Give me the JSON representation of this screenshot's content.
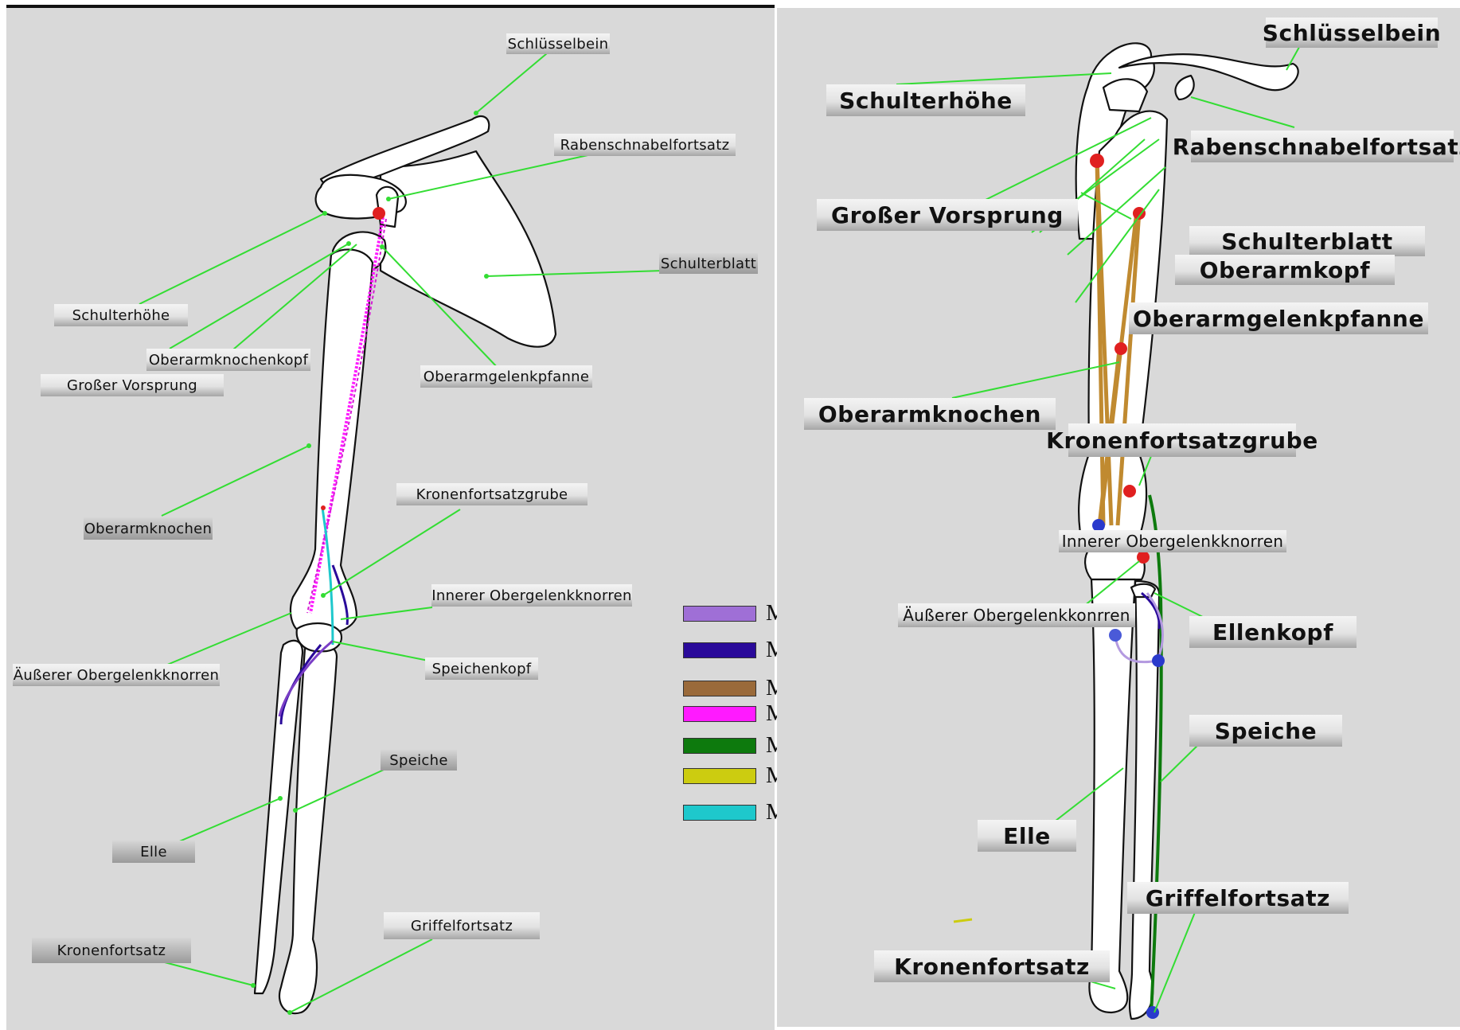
{
  "left_view": {
    "labels": {
      "clavicle": "Schlüsselbein",
      "coracoid": "Rabenschnabelfortsatz",
      "scapula": "Schulterblatt",
      "acromion": "Schulterhöhe",
      "humeral_head": "Oberarmknochenkopf",
      "greater_tubercle": "Großer Vorsprung",
      "glenoid": "Oberarmgelenkpfanne",
      "humerus": "Oberarmknochen",
      "coronoid_fossa": "Kronenfortsatzgrube",
      "medial_epicondyle": "Innerer Obergelenkknorren",
      "lateral_epicondyle": "Äußerer Obergelenkknorren",
      "radial_head": "Speichenkopf",
      "radius": "Speiche",
      "ulna": "Elle",
      "styloid": "Griffelfortsatz",
      "coronoid_process": "Kronenfortsatz"
    }
  },
  "right_view": {
    "labels": {
      "clavicle": "Schlüsselbein",
      "acromion": "Schulterhöhe",
      "coracoid": "Rabenschnabelfortsatz",
      "greater_tubercle": "Großer Vorsprung",
      "scapula": "Schulterblatt",
      "humeral_head": "Oberarmkopf",
      "glenoid": "Oberarmgelenkpfanne",
      "humerus": "Oberarmknochen",
      "coronoid_fossa": "Kronenfortsatzgrube",
      "medial_epicondyle": "Innerer Obergelenkknorren",
      "lateral_epicondyle": "Äußerer Obergelenkkonrren",
      "ulna_head": "Ellenkopf",
      "radius": "Speiche",
      "ulna": "Elle",
      "styloid": "Griffelfortsatz",
      "coronoid_process": "Kronenfortsatz"
    }
  },
  "legend": [
    {
      "name": "M. supinator",
      "color": "#9f6fd6"
    },
    {
      "name": "M. pronator teres",
      "color": "#2a0a9a"
    },
    {
      "name": "M. triceps brachii",
      "color": "#9a6a3a"
    },
    {
      "name": "M. biceps brachii",
      "color": "#ff1aff"
    },
    {
      "name": "M. brachioradialis",
      "color": "#0d7a0d"
    },
    {
      "name": "M. pronator quadratus",
      "color": "#cccc10"
    },
    {
      "name": "M. brachialis",
      "color": "#1ec8cc"
    }
  ],
  "colors": {
    "leader_line": "#33dd33",
    "attachment_red": "#e02020",
    "attachment_blue": "#2a3acc",
    "background": "#d9d9d9"
  }
}
